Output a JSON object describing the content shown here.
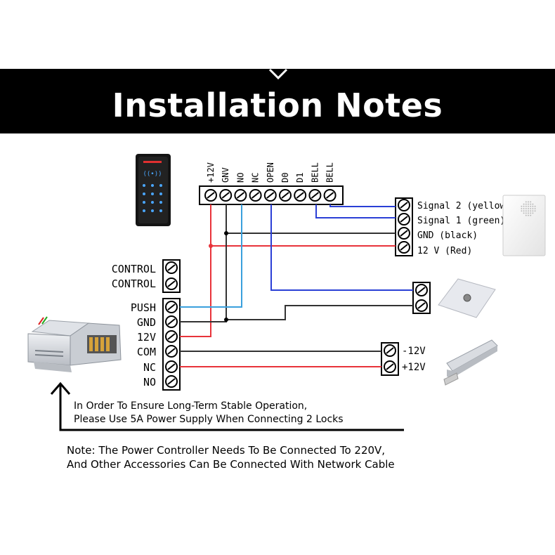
{
  "header": {
    "title": "Installation Notes"
  },
  "keypad": {
    "terminal_labels": [
      "+12V",
      "GNV",
      "NO",
      "NC",
      "OPEN",
      "D0",
      "D1",
      "BELL",
      "BELL"
    ]
  },
  "doorbell": {
    "labels": [
      "Signal 2 (yellow)",
      "Signal 1 (green)",
      "GND  (black)",
      "12 V  (Red)"
    ],
    "colors": {
      "signal2": "#2a3fd6",
      "signal1": "#2a3fd6",
      "gnd": "#333333",
      "v12": "#e8333a"
    }
  },
  "power_supply": {
    "control_labels": [
      "CONTROL",
      "CONTROL"
    ],
    "terminal_labels": [
      "PUSH",
      "GND",
      "12V",
      "COM",
      "NC",
      "NO"
    ]
  },
  "lock": {
    "labels": [
      "-12V",
      "+12V"
    ]
  },
  "notes": {
    "power_line1": "In Order To Ensure Long-Term Stable Operation,",
    "power_line2": "Please Use 5A Power Supply When Connecting 2 Locks",
    "main_line1": "Note: The Power Controller Needs To Be Connected To 220V,",
    "main_line2": "And Other Accessories Can Be Connected With  Network Cable"
  },
  "colors": {
    "red_wire": "#e8333a",
    "blue_wire": "#3aa0dd",
    "dark_blue_wire": "#2a3fd6",
    "black_wire": "#333333"
  }
}
